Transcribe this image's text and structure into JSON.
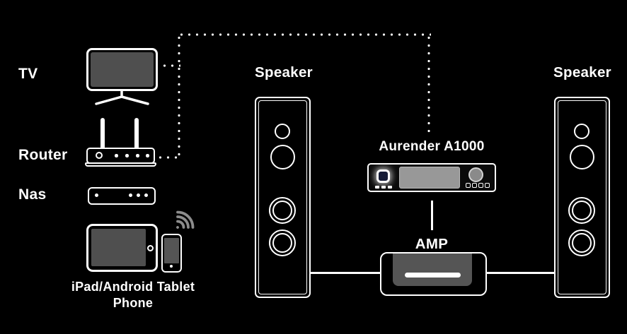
{
  "diagram": {
    "labels": {
      "tv": "TV",
      "router": "Router",
      "nas": "Nas",
      "mobile_line1": "iPad/Android Tablet",
      "mobile_line2": "Phone",
      "speaker_left": "Speaker",
      "speaker_right": "Speaker",
      "player": "Aurender A1000",
      "amp": "AMP"
    },
    "colors": {
      "background": "#000000",
      "line": "#ffffff",
      "device_screen_gray": "#4f4f4f",
      "player_display_gray": "#989898",
      "amp_inner_gray": "#555555",
      "wifi_gray": "#8c8c8c"
    },
    "connections": [
      {
        "from": "tv",
        "to": "player",
        "style": "dotted"
      },
      {
        "from": "router",
        "to": "player",
        "style": "dotted"
      },
      {
        "from": "player",
        "to": "amp",
        "style": "solid"
      },
      {
        "from": "amp",
        "to": "speaker_left",
        "style": "solid"
      },
      {
        "from": "amp",
        "to": "speaker_right",
        "style": "solid"
      }
    ]
  }
}
